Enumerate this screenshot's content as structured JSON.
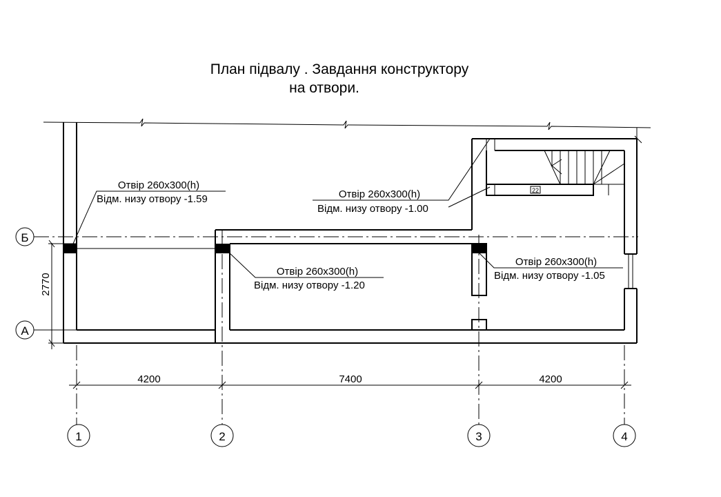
{
  "title": {
    "line1": "План підвалу . Завдання конструктору",
    "line2": "на отвори."
  },
  "axes_rows": [
    "Б",
    "А"
  ],
  "axes_cols": [
    "1",
    "2",
    "3",
    "4"
  ],
  "dimensions": {
    "vertical": "2770",
    "horizontal": [
      "4200",
      "7400",
      "4200"
    ]
  },
  "openings": [
    {
      "size": "Отвір 260х300(h)",
      "level": "Відм. низу отвору -1.59"
    },
    {
      "size": "Отвір 260х300(h)",
      "level": "Відм. низу отвору -1.00"
    },
    {
      "size": "Отвір 260х300(h)",
      "level": "Відм. низу отвору -1.20"
    },
    {
      "size": "Отвір 260х300(h)",
      "level": "Відм. низу отвору -1.05"
    }
  ],
  "stair_mark": "22"
}
